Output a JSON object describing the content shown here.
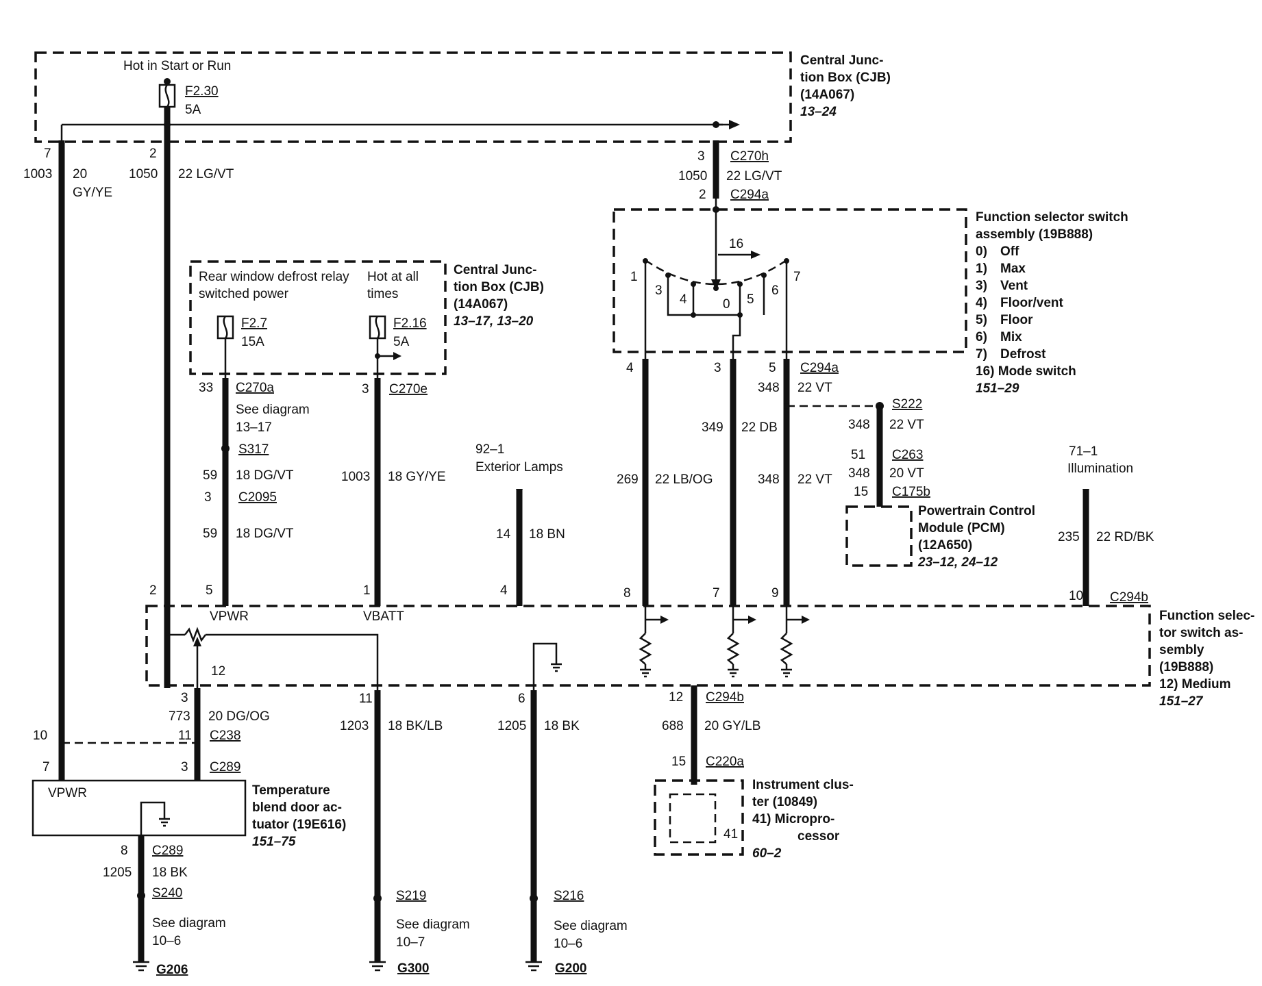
{
  "cjb_top": {
    "hot_label": "Hot in Start or Run",
    "fuse": "F2.30",
    "amps": "5A",
    "title": [
      "Central Junc-",
      "tion Box (CJB)",
      "(14A067)"
    ],
    "ref": "13–24"
  },
  "left_wires": {
    "w1003": {
      "pin": "7",
      "circuit": "1003",
      "gauge": "20",
      "color": "GY/YE"
    },
    "w1050": {
      "pin": "2",
      "circuit": "1050",
      "spec": "22 LG/VT"
    }
  },
  "c270h": {
    "pin": "3",
    "connector": "C270h",
    "circuit": "1050",
    "spec": "22 LG/VT",
    "pin2": "2",
    "connector2": "C294a"
  },
  "function_switch": {
    "title": [
      "Function selector switch",
      "assembly (19B888)"
    ],
    "legend": [
      {
        "num": "0)",
        "name": "Off"
      },
      {
        "num": "1)",
        "name": "Max"
      },
      {
        "num": "3)",
        "name": "Vent"
      },
      {
        "num": "4)",
        "name": "Floor/vent"
      },
      {
        "num": "5)",
        "name": "Floor"
      },
      {
        "num": "6)",
        "name": "Mix"
      },
      {
        "num": "7)",
        "name": "Defrost"
      }
    ],
    "mode_switch": "16) Mode switch",
    "ref": "151–29",
    "mode_label": "16",
    "contacts": {
      "c1": "1",
      "c3": "3",
      "c4": "4",
      "c0": "0",
      "c5": "5",
      "c6": "6",
      "c7": "7"
    }
  },
  "cjb_mid": {
    "relay_label": [
      "Rear window defrost relay",
      "switched power"
    ],
    "hot_label": [
      "Hot at all",
      "times"
    ],
    "fuse_a": "F2.7",
    "amps_a": "15A",
    "fuse_b": "F2.16",
    "amps_b": "5A",
    "title": [
      "Central Junc-",
      "tion Box (CJB)",
      "(14A067)"
    ],
    "ref": "13–17, 13–20"
  },
  "relay_wire": {
    "pin": "33",
    "connector": "C270a",
    "see": [
      "See diagram",
      "13–17"
    ],
    "splice": "S317",
    "circuit_a": "59",
    "spec_a": "18 DG/VT",
    "pin2": "3",
    "connector2": "C2095",
    "circuit_b": "59",
    "spec_b": "18 DG/VT"
  },
  "batt_wire": {
    "pin": "3",
    "connector": "C270e",
    "circuit": "1003",
    "spec": "18 GY/YE"
  },
  "exterior": {
    "ref": "92–1",
    "label": "Exterior Lamps",
    "circuit": "14",
    "spec": "18 BN"
  },
  "switch_out": {
    "pin4": "4",
    "pin3": "3",
    "pin5": "5",
    "connector": "C294a",
    "w269": {
      "circuit": "269",
      "spec": "22 LB/OG"
    },
    "w349": {
      "circuit": "349",
      "spec": "22 DB"
    },
    "w348_top": {
      "circuit": "348",
      "spec": "22 VT"
    },
    "w348": {
      "circuit": "348",
      "spec": "22 VT"
    }
  },
  "pcm_branch": {
    "splice": "S222",
    "circuit_a": "348",
    "spec_a": "22 VT",
    "pin": "51",
    "connector": "C263",
    "circuit_b": "348",
    "spec_b": "20 VT",
    "pin2": "15",
    "connector2": "C175b",
    "title": [
      "Powertrain Control",
      "Module (PCM)",
      "(12A650)"
    ],
    "ref": "23–12, 24–12"
  },
  "illumination": {
    "ref": "71–1",
    "label": "Illumination",
    "circuit": "235",
    "spec": "22 RD/BK"
  },
  "fsa_bottom": {
    "pins": {
      "p2": "2",
      "p5": "5",
      "p1": "1",
      "p4": "4",
      "p8": "8",
      "p7": "7",
      "p9": "9",
      "p10": "10"
    },
    "connector": "C294b",
    "vpwr": "VPWR",
    "vbatt": "VBATT",
    "pin12": "12",
    "title": [
      "Function selec-",
      "tor switch as-",
      "sembly",
      "(19B888)"
    ],
    "medium": "12)  Medium",
    "ref": "151–27"
  },
  "actuator_wire": {
    "pin": "3",
    "circuit": "773",
    "spec": "20 DG/OG",
    "pin_c238": "11",
    "connector_c238": "C238",
    "pin_left_c238": "10",
    "pin_c289": "3",
    "connector_c289": "C289",
    "pin_left_c289": "7"
  },
  "actuator": {
    "vpwr": "VPWR",
    "title": [
      "Temperature",
      "blend door ac-",
      "tuator (19E616)"
    ],
    "ref": "151–75"
  },
  "ground_1205_left": {
    "pin": "8",
    "connector": "C289",
    "circuit": "1205",
    "spec": "18 BK",
    "splice": "S240",
    "see": [
      "See diagram",
      "10–6"
    ],
    "ground": "G206"
  },
  "ground_1203": {
    "pin": "11",
    "circuit": "1203",
    "spec": "18 BK/LB",
    "splice": "S219",
    "see": [
      "See diagram",
      "10–7"
    ],
    "ground": "G300"
  },
  "ground_1205_mid": {
    "pin": "6",
    "circuit": "1205",
    "spec": "18 BK",
    "splice": "S216",
    "see": [
      "See diagram",
      "10–6"
    ],
    "ground": "G200"
  },
  "cluster_wire": {
    "pin": "12",
    "connector": "C294b",
    "circuit": "688",
    "spec": "20 GY/LB",
    "pin2": "15",
    "connector2": "C220a"
  },
  "cluster": {
    "title": [
      "Instrument clus-",
      "ter (10849)",
      "41)  Micropro-",
      "cessor"
    ],
    "ref": "60–2",
    "inner_pin": "41"
  }
}
